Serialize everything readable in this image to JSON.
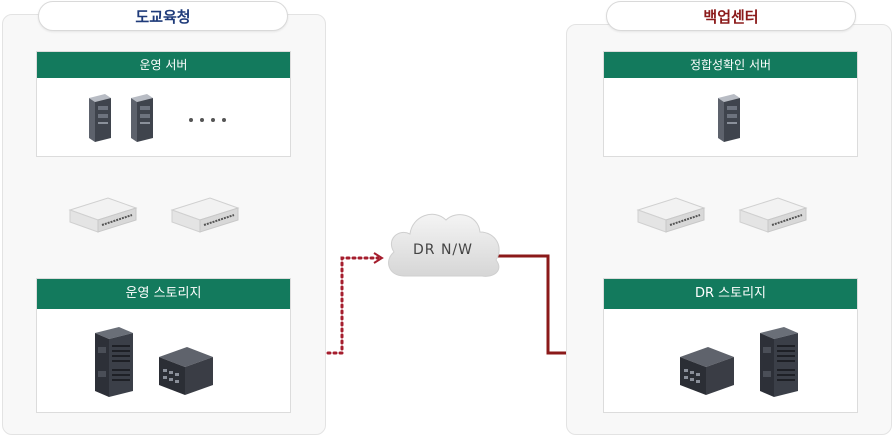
{
  "left_site": {
    "title": "도교육청",
    "ops_server_panel": {
      "label": "운영 서버"
    },
    "ops_storage_panel": {
      "label": "운영 스토리지"
    }
  },
  "right_site": {
    "title": "백업센터",
    "verify_server_panel": {
      "label": "정합성확인 서버"
    },
    "dr_storage_panel": {
      "label": "DR 스토리지"
    }
  },
  "network": {
    "label": "DR N/W"
  },
  "colors": {
    "left_title": "#1f3b7a",
    "right_title": "#8b1a1a",
    "panel_header": "#137a5d",
    "dotted_link": "#a51d2d",
    "solid_link": "#8b1a1a"
  },
  "icons": {
    "server": "server-tower-icon",
    "switch": "network-switch-icon",
    "storage_rack": "storage-rack-icon",
    "storage_box": "storage-box-icon",
    "cloud": "cloud-icon",
    "more": "ellipsis-icon"
  }
}
